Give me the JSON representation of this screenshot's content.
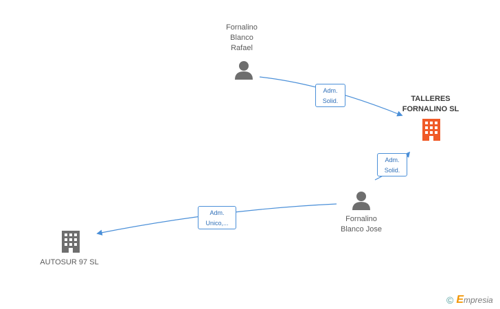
{
  "nodes": {
    "rafael": {
      "label": "Fornalino\nBlanco\nRafael",
      "type": "person",
      "icon": "person-icon"
    },
    "talleres": {
      "label": "TALLERES\nFORNALINO SL",
      "type": "company",
      "icon": "building-icon"
    },
    "jose": {
      "label": "Fornalino\nBlanco Jose",
      "type": "person",
      "icon": "person-icon"
    },
    "autosur": {
      "label": "AUTOSUR 97 SL",
      "type": "company",
      "icon": "building-icon"
    }
  },
  "edges": [
    {
      "from": "rafael",
      "to": "talleres",
      "label": "Adm.\nSolid."
    },
    {
      "from": "jose",
      "to": "talleres",
      "label": "Adm.\nSolid."
    },
    {
      "from": "jose",
      "to": "autosur",
      "label": "Adm.\nUnico,..."
    }
  ],
  "colors": {
    "edge": "#4a8fd8",
    "person": "#6e6e6e",
    "company_primary": "#f05a28",
    "company_secondary": "#6e6e6e"
  },
  "footer": {
    "copyright_symbol": "©",
    "brand_initial": "E",
    "brand_rest": "mpresia"
  }
}
